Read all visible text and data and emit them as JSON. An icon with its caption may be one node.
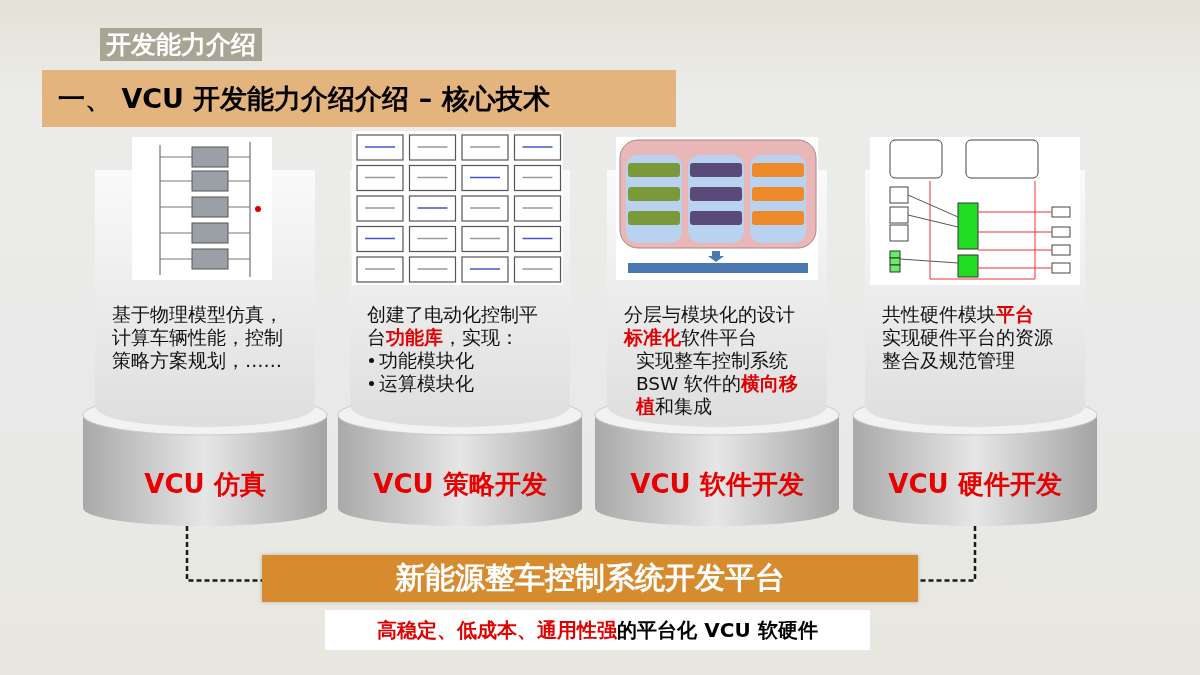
{
  "diagram": {
    "title": "开发能力介绍",
    "nodes": [
      {
        "text": [
          "一、 VCU 开发能力介绍介绍 – 核心技术"
        ]
      },
      {
        "text": [
          "基于物理模型仿真，计算车辆性能，控制策略方案规划，……",
          "VCU 仿真"
        ]
      },
      {
        "text": [
          "创建了电动化控制平台**功能库**，实现：",
          "功能模块化",
          "运算模块化",
          "VCU 策略开发"
        ]
      },
      {
        "text": [
          "分层与模块化的设计",
          "**标准化**软件平台",
          "实现整车控制系统BSW 软件的**横向移植**和集成",
          "VCU 软件开发"
        ]
      },
      {
        "text": [
          "共性硬件模块**平台**",
          "实现硬件平台的资源整合及规范管理",
          "VCU 硬件开发"
        ]
      },
      {
        "text": [
          "新能源整车控制系统开发平台"
        ]
      },
      {
        "text": [
          "**高稳定、低成本、通用性强**的平台化 VCU 软硬件"
        ]
      }
    ],
    "edges": [
      {
        "from": 1,
        "to": 5,
        "arrow": "none",
        "style": "dashed"
      },
      {
        "from": 4,
        "to": 5,
        "arrow": "none",
        "style": "dashed"
      }
    ]
  }
}
